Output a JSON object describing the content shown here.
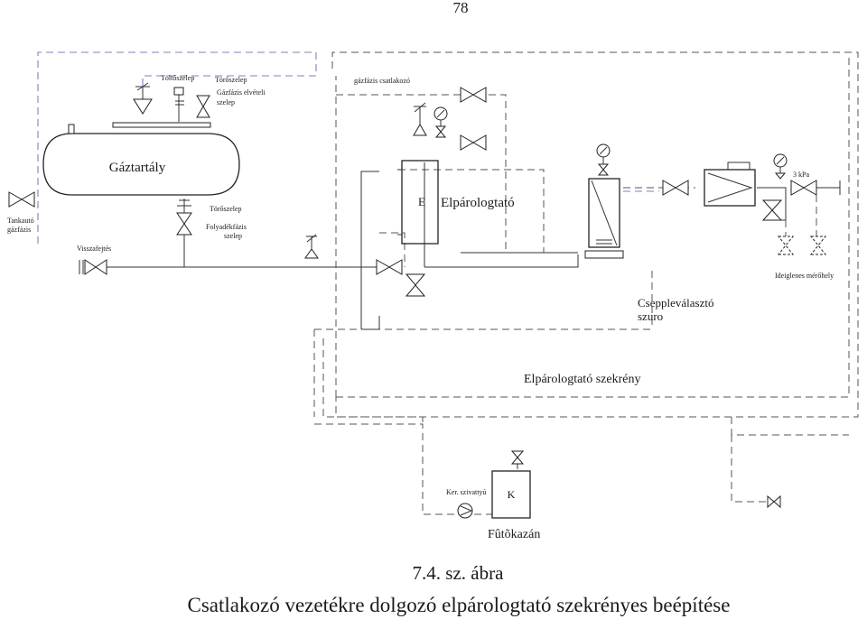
{
  "page_number": "78",
  "labels": {
    "toltoszelep": "Töltőszelep",
    "torokszelep_top": "Törőszelep",
    "gazfazis_elveteli": "Gázfázis elvételi",
    "szelep_top": "szelep",
    "gazfazis_csatlakozo": "gázfázis csatlakozó",
    "gaztartaly": "Gáztartály",
    "tankauto": "Tankautó",
    "gazfazis_left": "gázfázis",
    "visszafejtes": "Visszafejtés",
    "torokszelep_mid": "Törőszelep",
    "folyadekfazis": "Folyadékfázis",
    "szelep_mid": "szelep",
    "elparologtato": "Elpárologtató",
    "e_mark": "E",
    "kpa": "3 kPa",
    "ideiglenes": "Ideiglenes mérőhely",
    "csepp1": "Cseppleválasztó",
    "csepp2": "szuro",
    "szekreny": "Elpárologtató szekrény",
    "ker": "Ker. szivattyú",
    "k_mark": "K",
    "futokazan": "Fûtõkazán"
  },
  "caption": {
    "number": "7.4. sz. ábra",
    "title": "Csatlakozó vezetékre dolgozó elpárologtató szekrényes beépítése"
  }
}
